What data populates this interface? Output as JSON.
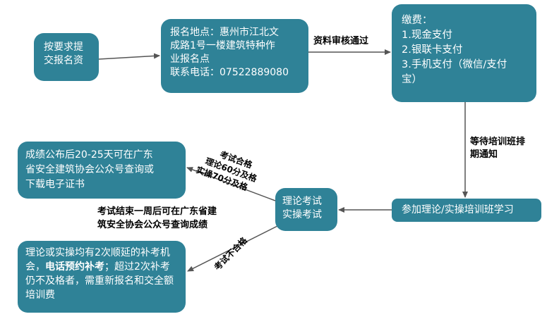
{
  "nodes": {
    "submit": {
      "lines": [
        "按要求提",
        "交报名资"
      ]
    },
    "location": {
      "lines": [
        "报名地点：惠州市江北文",
        "成路1号一楼建筑特种作",
        "业报名点",
        "联系电话：07522889080"
      ]
    },
    "payment": {
      "lines": [
        "缴费：",
        "1.现金支付",
        "2.银联卡支付",
        "3.手机支付（微信/支付",
        "宝）"
      ]
    },
    "training": {
      "text": "参加理论/实操培训班学习"
    },
    "exam": {
      "lines": [
        "理论考试",
        "实操考试"
      ]
    },
    "certificate": {
      "lines": [
        "成绩公布后20-25天可在广东",
        "省安全建筑协会公众号查询或",
        "下载电子证书"
      ]
    },
    "retake": {
      "part1": "理论或实操均有2次顺延的补考机会，",
      "emphasis": "电话预约补考",
      "part2": "；超过2次补考仍不及格者，需重新报名和交全额培训费"
    }
  },
  "edge_labels": {
    "review_passed": "资料审核通过",
    "wait_notice": [
      "等待培训班排",
      "期通知"
    ],
    "pass": [
      "考试合格",
      "理论60分及格",
      "实操70分及格"
    ],
    "query_results": [
      "考试结束一周后可在广东省建",
      "筑安全协会公众号查询成绩"
    ],
    "fail": "考试不合格"
  },
  "colors": {
    "node_fill": "#2f8297",
    "arrow": "#555555"
  }
}
